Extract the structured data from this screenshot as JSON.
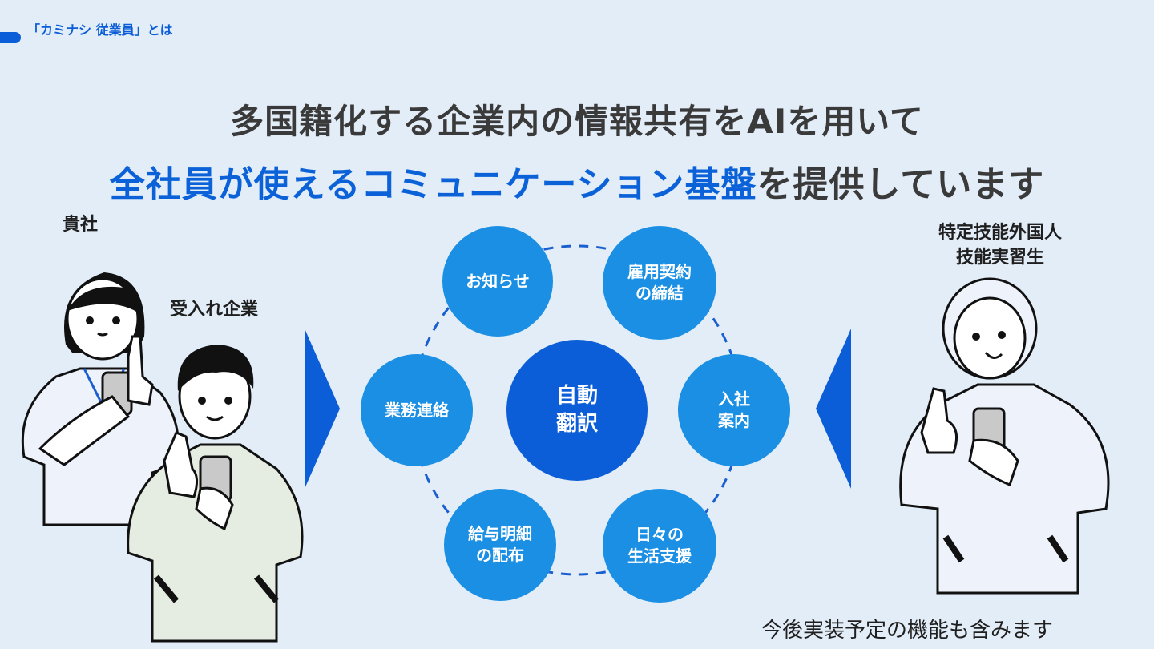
{
  "section_label": "「カミナシ 従業員」とは",
  "headline": {
    "line1": "多国籍化する企業内の情報共有をAIを用いて",
    "line2_highlight": "全社員が使えるコミュニケーション基盤",
    "line2_rest": "を提供しています"
  },
  "left_labels": {
    "company": "貴社",
    "host_company": "受入れ企業"
  },
  "right_label": {
    "line1": "特定技能外国人",
    "line2": "技能実習生"
  },
  "center_node": "自動\n翻訳",
  "feature_nodes": [
    "お知らせ",
    "雇用契約\nの締結",
    "入社\n案内",
    "日々の\n生活支援",
    "給与明細\nの配布",
    "業務連絡"
  ],
  "footnote": "今後実装予定の機能も含みます",
  "colors": {
    "background": "#e3edf8",
    "accent": "#0b5ed7",
    "node": "#1a8fe3",
    "text": "#3a3a3a"
  },
  "icons": [
    "person-woman-phone",
    "person-man-phone",
    "person-worker-phone",
    "arrow-right-icon",
    "arrow-left-icon"
  ]
}
